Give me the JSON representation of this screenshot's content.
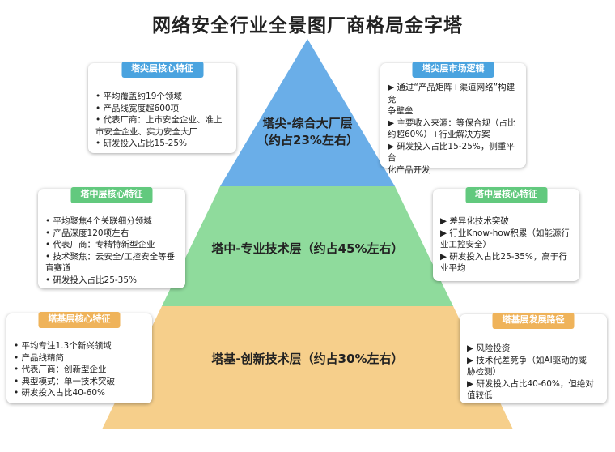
{
  "title": "网络安全行业全景图厂商格局金字塔",
  "colors": {
    "top_tier": "#6aaee8",
    "middle_tier": "#8fdb9c",
    "base_tier": "#f6cf8b",
    "top_header": "#4aa3df",
    "middle_header": "#62c97e",
    "base_header": "#efb35a"
  },
  "tiers": {
    "top": {
      "line1": "塔尖-综合大厂层",
      "line2": "（约占23%左右）"
    },
    "middle": {
      "label": "塔中-专业技术层（约占45%左右）"
    },
    "base": {
      "label": "塔基-创新技术层（约占30%左右）"
    }
  },
  "cards": {
    "top_left": {
      "header": "塔尖层核心特征",
      "items": [
        "• 平均覆盖约19个领域",
        "• 产品线宽度超600项",
        "• 代表厂商：上市安全企业、准上",
        "市安全企业、实力安全大厂",
        "• 研发投入占比15-25%"
      ]
    },
    "top_right": {
      "header": "塔尖层市场逻辑",
      "items": [
        "▶ 通过“产品矩阵+渠道网络”构建竞",
        "争壁垒",
        "▶ 主要收入来源：等保合规（占比",
        "约超60%）+行业解决方案",
        "▶ 研发投入占比15-25%，侧重平台",
        "化产品开发"
      ]
    },
    "middle_left": {
      "header": "塔中层核心特征",
      "items": [
        "• 平均聚焦4个关联细分领域",
        "• 产品深度120项左右",
        "• 代表厂商：专精特新型企业",
        "• 技术聚焦：云安全/工控安全等垂",
        "直赛道",
        "• 研发投入占比25-35%"
      ]
    },
    "middle_right": {
      "header": "塔中层核心特征",
      "items": [
        "▶ 差异化技术突破",
        "▶ 行业Know-how积累（如能源行",
        "业工控安全）",
        "▶ 研发投入占比25-35%，高于行",
        "业平均"
      ]
    },
    "base_left": {
      "header": "塔基层核心特征",
      "items": [
        "• 平均专注1.3个新兴领域",
        "• 产品线精简",
        "• 代表厂商：创新型企业",
        "• 典型模式：单一技术突破",
        "• 研发投入占比40-60%"
      ]
    },
    "base_right": {
      "header": "塔基层发展路径",
      "items": [
        "▶ 风险投资",
        "▶ 技术代差竞争（如AI驱动的威",
        "胁检测）",
        "▶ 研发投入占比40-60%，但绝对",
        "值较低"
      ]
    }
  }
}
